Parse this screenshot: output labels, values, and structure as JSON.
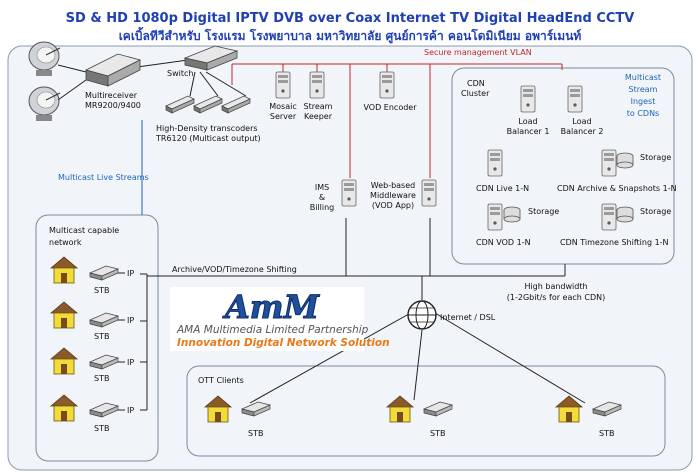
{
  "title": {
    "line1": "SD & HD 1080p  Digital IPTV  DVB over Coax  Internet TV  Digital HeadEnd CCTV",
    "line2": "เคเบิ้ลทีวีสำหรับ โรงแรม โรงพยาบาล มหาวิทยาลัย  ศูนย์การค้า คอนโดมิเนียม  อพาร์เมนท์"
  },
  "headend": {
    "multireceiver_line1": "Multireceiver",
    "multireceiver_line2": "MR9200/9400",
    "switch": "Switch",
    "transcoders_line1": "High-Density transcoders",
    "transcoders_line2": "TR6120 (Multicast output)",
    "mosaic_line1": "Mosaic",
    "mosaic_line2": "Server",
    "stream_line1": "Stream",
    "stream_line2": "Keeper",
    "vod_encoder": "VOD Encoder",
    "ims_line1": "IMS",
    "ims_line2": "&",
    "ims_line3": "Billing",
    "middleware_line1": "Web-based",
    "middleware_line2": "Middleware",
    "middleware_line3": "(VOD App)"
  },
  "vlan": "Secure management  VLAN",
  "multicast_live": "Multicast Live Streams",
  "cdn": {
    "cluster_line1": "CDN",
    "cluster_line2": "Cluster",
    "ingest_line1": "Multicast",
    "ingest_line2": "Stream",
    "ingest_line3": "Ingest",
    "ingest_line4": "to CDNs",
    "lb1_line1": "Load",
    "lb1_line2": "Balancer 1",
    "lb2_line1": "Load",
    "lb2_line2": "Balancer 2",
    "live": "CDN Live 1-N",
    "archive": "CDN Archive & Snapshots 1-N",
    "vod": "CDN VOD 1-N",
    "timezone": "CDN Timezone Shifting 1-N",
    "storage": "Storage"
  },
  "network": {
    "title_line1": "Multicast capable",
    "title_line2": "network",
    "stb": "STB",
    "ip": "IP",
    "archive_link": "Archive/VOD/Timezone Shifting"
  },
  "bandwidth_line1": "High bandwidth",
  "bandwidth_line2": "(1-2Gbit/s for each CDN)",
  "internet": "Internet / DSL",
  "ott": {
    "title": "OTT Clients",
    "stb": "STB"
  },
  "logo": {
    "mark": "AmM",
    "line1": "AMA Multimedia Limited Partnership",
    "line2": "Innovation Digital Network Solution"
  },
  "colors": {
    "title": "#1f3fb5",
    "vlan": "#c0282d",
    "multicast": "#1f66b5",
    "logo_orange": "#e8791a"
  }
}
